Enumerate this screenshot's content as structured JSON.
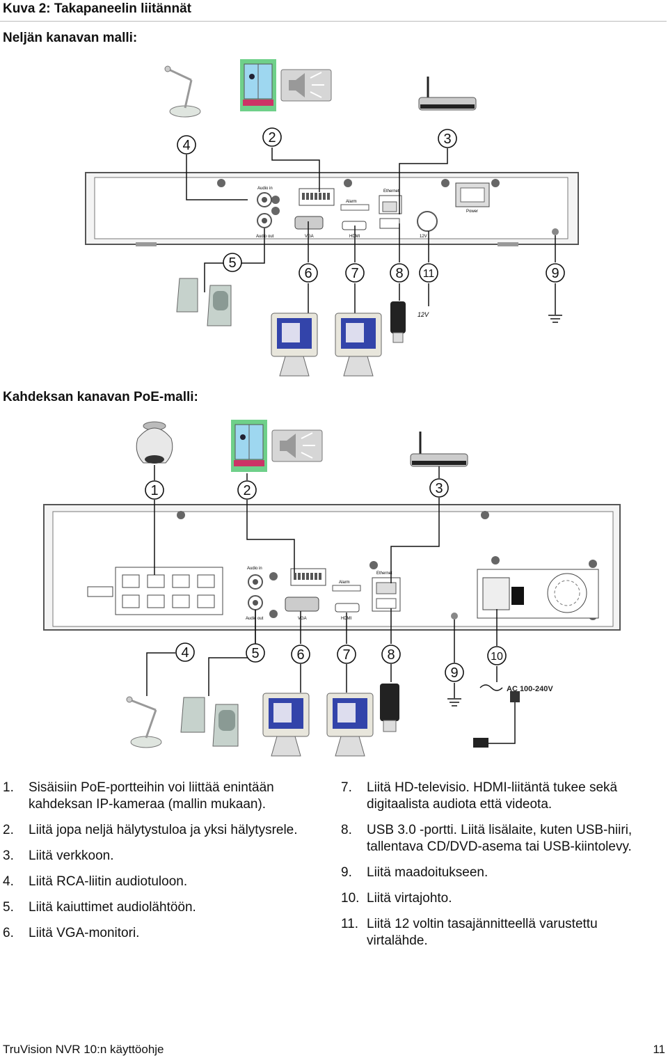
{
  "figure_title": "Kuva 2: Takapaneelin liitännät",
  "four_channel_heading": "Neljän kanavan malli:",
  "eight_channel_heading": "Kahdeksan kanavan PoE-malli:",
  "panel_labels": {
    "audio_in": "Audio in",
    "audio_out": "Audio out",
    "vga": "VGA",
    "hdmi": "HDMI",
    "alarm": "Alarm",
    "ethernet": "Ethernet",
    "power": "Power",
    "twelve_v": "12V",
    "twelve_v_dc": "12V",
    "ac": "AC 100-240V"
  },
  "callouts_top": [
    "4",
    "2",
    "3",
    "5",
    "6",
    "7",
    "8",
    "11",
    "9"
  ],
  "callouts_bottom": [
    "1",
    "2",
    "3",
    "4",
    "5",
    "6",
    "7",
    "8",
    "9",
    "10"
  ],
  "list_left": [
    {
      "num": "1.",
      "text": "Sisäisiin PoE-portteihin voi liittää enintään kahdeksan IP-kameraa (mallin mukaan)."
    },
    {
      "num": "2.",
      "text": "Liitä jopa neljä hälytystuloa ja yksi hälytysrele."
    },
    {
      "num": "3.",
      "text": "Liitä verkkoon."
    },
    {
      "num": "4.",
      "text": "Liitä RCA-liitin audiotuloon."
    },
    {
      "num": "5.",
      "text": "Liitä kaiuttimet audiolähtöön."
    },
    {
      "num": "6.",
      "text": "Liitä VGA-monitori."
    }
  ],
  "list_right": [
    {
      "num": "7.",
      "text": "Liitä HD-televisio. HDMI-liitäntä tukee sekä digitaalista audiota että videota."
    },
    {
      "num": "8.",
      "text": "USB 3.0 -portti. Liitä lisälaite, kuten USB-hiiri, tallentava CD/DVD-asema tai USB-kiintolevy."
    },
    {
      "num": "9.",
      "text": "Liitä maadoitukseen."
    },
    {
      "num": "10.",
      "text": "Liitä virtajohto."
    },
    {
      "num": "11.",
      "text": "Liitä 12 voltin tasajännitteellä varustettu virtalähde."
    }
  ],
  "footer": "TruVision NVR 10:n käyttöohje",
  "page_number": "11"
}
